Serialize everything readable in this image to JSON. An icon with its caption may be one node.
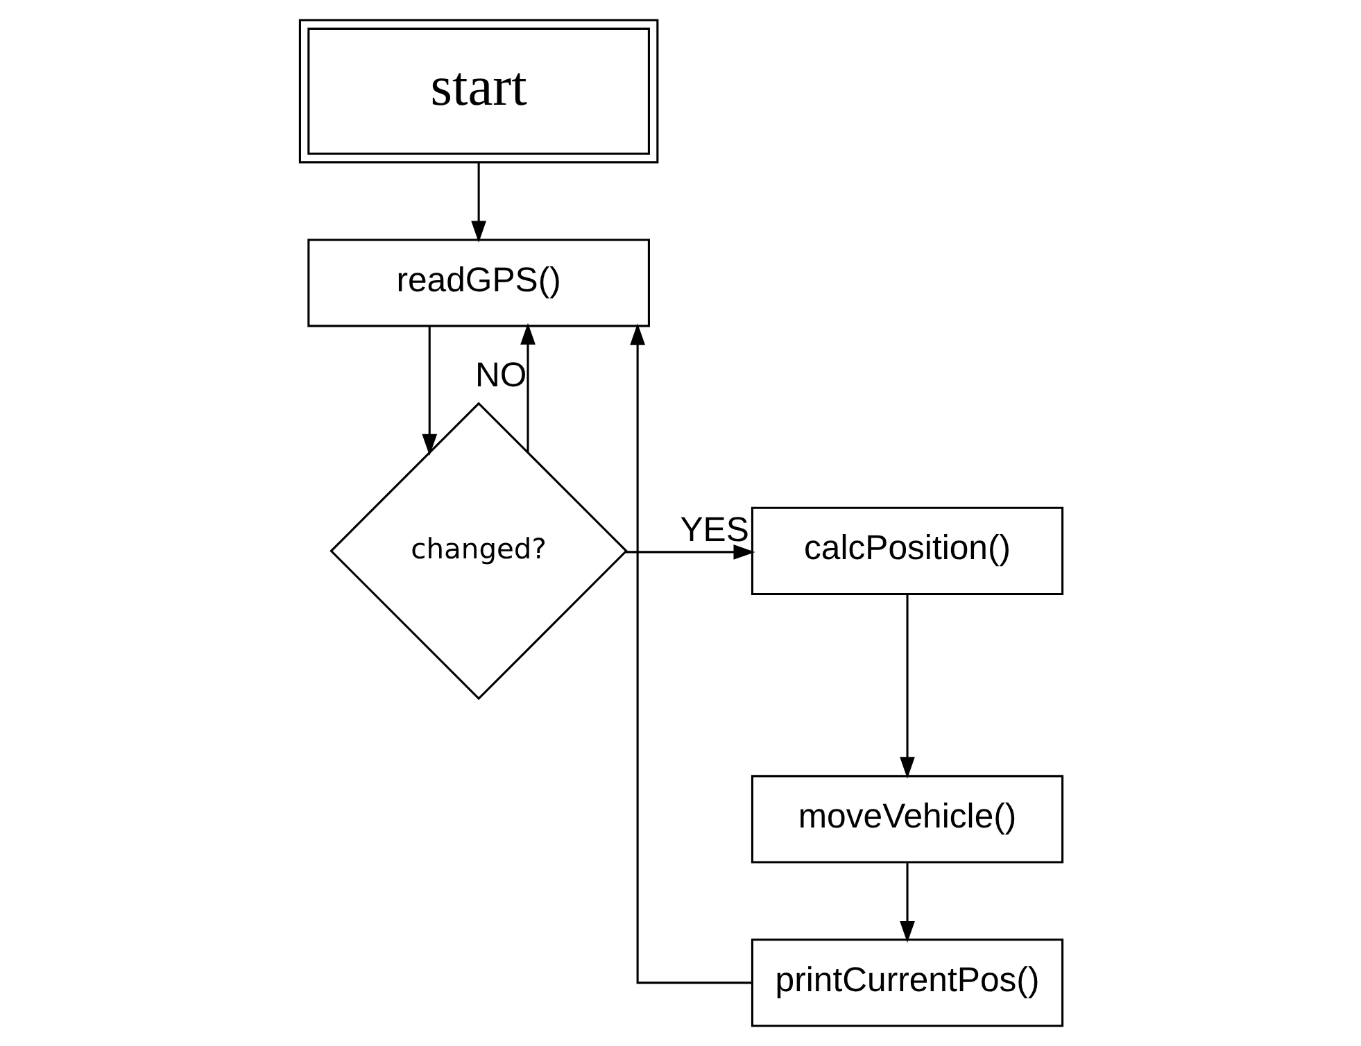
{
  "diagram": {
    "nodes": [
      {
        "text": [
          "start"
        ]
      },
      {
        "text": [
          "readGPS()"
        ]
      },
      {
        "text": [
          "changed?"
        ]
      },
      {
        "text": [
          "calcPosition()"
        ]
      },
      {
        "text": [
          "moveVehicle()"
        ]
      },
      {
        "text": [
          "printCurrentPos()"
        ]
      }
    ],
    "edges": [
      {
        "from": 0,
        "to": 1,
        "arrow": "to"
      },
      {
        "from": 1,
        "to": 2,
        "arrow": "to"
      },
      {
        "from": 2,
        "to": 1,
        "arrow": "to",
        "label": "NO"
      },
      {
        "from": 2,
        "to": 3,
        "arrow": "to",
        "label": "YES"
      },
      {
        "from": 3,
        "to": 4,
        "arrow": "to"
      },
      {
        "from": 4,
        "to": 5,
        "arrow": "to"
      },
      {
        "from": 5,
        "to": 1,
        "arrow": "to"
      }
    ]
  }
}
